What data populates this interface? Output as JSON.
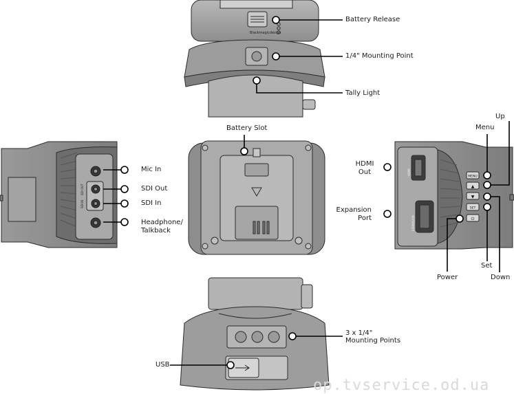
{
  "callouts": {
    "battery_release": "Battery Release",
    "mounting_point": "1/4\" Mounting Point",
    "tally_light": "Tally Light",
    "battery_slot": "Battery Slot",
    "mic_in": "Mic In",
    "sdi_out": "SDI Out",
    "sdi_in": "SDI In",
    "headphone_line1": "Headphone/",
    "headphone_line2": "Talkback",
    "hdmi_line1": "HDMI",
    "hdmi_line2": "Out",
    "expansion_line1": "Expansion",
    "expansion_line2": "Port",
    "up": "Up",
    "menu": "Menu",
    "set": "Set",
    "down": "Down",
    "power": "Power",
    "mounting_points_line1": "3 x 1/4\"",
    "mounting_points_line2": "Mounting Points",
    "usb": "USB"
  },
  "device_text": {
    "brand": "Blackmagicdesign",
    "sdi_out_tiny": "SDI OUT",
    "sdi_in_tiny": "SDI IN",
    "hdmi_tiny": "HDMI",
    "expansion_tiny": "EXPANSION",
    "btn_menu": "MENU",
    "btn_up": "▲",
    "btn_down": "▼",
    "btn_set": "SET",
    "btn_power": "⏻"
  },
  "watermark": "op.tvservice.od.ua",
  "colors": {
    "body_dark": "#8a8a8a",
    "body_mid": "#a9a9a9",
    "body_light": "#c4c4c4",
    "outline": "#2b2b2b",
    "callout": "#000000"
  }
}
